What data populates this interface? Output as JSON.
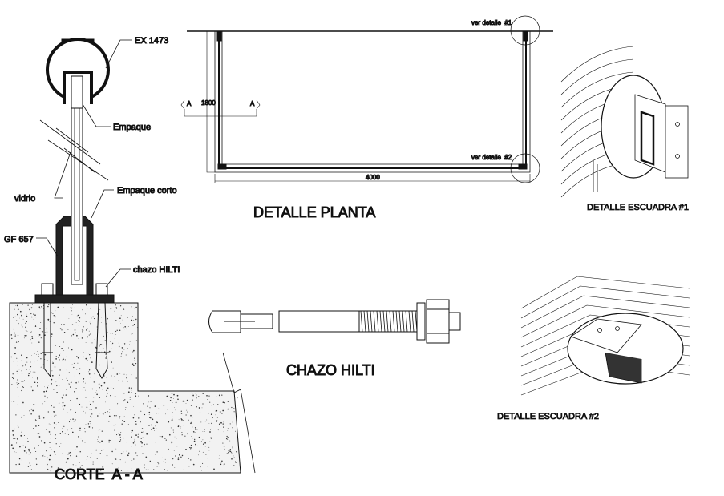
{
  "section": {
    "title": "CORTE  A - A",
    "labels": {
      "handrail": "EX 1473",
      "gasket": "Empaque",
      "glass": "vidrio",
      "short_gasket": "Empaque corto",
      "post": "GF 657",
      "anchor": "chazo HILTI"
    }
  },
  "plan": {
    "title": "DETALLE PLANTA",
    "width_dim": "4000",
    "height_dim": "1800",
    "section_mark": "A",
    "detail_ref_1": "ver detalle  #1",
    "detail_ref_2": "ver detalle  #2"
  },
  "anchor_detail": {
    "title": "CHAZO HILTI"
  },
  "corner_detail_1": {
    "title": "DETALLE ESCUADRA #1"
  },
  "corner_detail_2": {
    "title": "DETALLE ESCUADRA #2"
  }
}
